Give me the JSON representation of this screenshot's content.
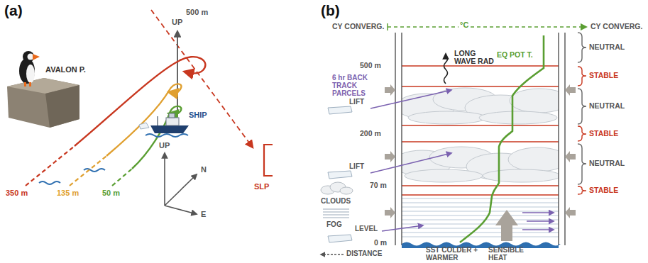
{
  "diagram": {
    "labels": [
      "(a)",
      "UP",
      "500 m",
      "AVALON P.",
      "SHIP",
      "UP",
      "N",
      "E",
      "SLP",
      "350 m",
      "135 m",
      "50 m",
      "(b)",
      "CY CONVERG.",
      "°C",
      "CY CONVERG.",
      "LONG WAVE RAD",
      "EQ POT T.",
      "6 hr BACK TRACK PARCELS",
      "NEUTRAL",
      "500 m",
      "STABLE",
      "NEUTRAL",
      "LIFT",
      "200 m",
      "STABLE",
      "LIFT",
      "NEUTRAL",
      "CLOUDS",
      "70 m",
      "STABLE",
      "FOG",
      "LEVEL",
      "0 m",
      "DISTANCE",
      "SST COLDER + WARMER",
      "SENSIBLE HEAT"
    ]
  }
}
